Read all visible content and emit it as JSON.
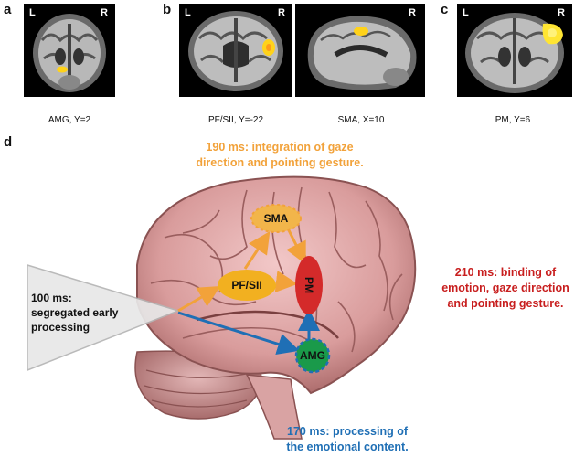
{
  "panels": {
    "a": {
      "letter": "a",
      "left": "L",
      "right": "R",
      "caption": "AMG, Y=2"
    },
    "b": {
      "letter": "b",
      "left": "L",
      "right": "R",
      "caption1": "PF/SII, Y=-22",
      "caption2": "SMA, X=10",
      "right2": "R"
    },
    "c": {
      "letter": "c",
      "left": "L",
      "right": "R",
      "caption": "PM, Y=6"
    },
    "d": {
      "letter": "d"
    }
  },
  "annotations": {
    "t190": [
      "190 ms: integration of gaze",
      "direction and pointing gesture."
    ],
    "t210": [
      "210 ms: binding of",
      "emotion, gaze direction",
      "and pointing gesture."
    ],
    "t170": [
      "170 ms: processing of",
      "the emotional content."
    ],
    "t100": [
      "100 ms:",
      "segregated early",
      "processing"
    ]
  },
  "nodes": {
    "sma": "SMA",
    "pfsii": "PF/SII",
    "pm": "PM",
    "amg": "AMG"
  },
  "colors": {
    "orange": "#f2a23a",
    "red": "#c81e1e",
    "blue": "#1f6fb5",
    "green": "#1a9a4a",
    "activation": "#ffd21a"
  }
}
